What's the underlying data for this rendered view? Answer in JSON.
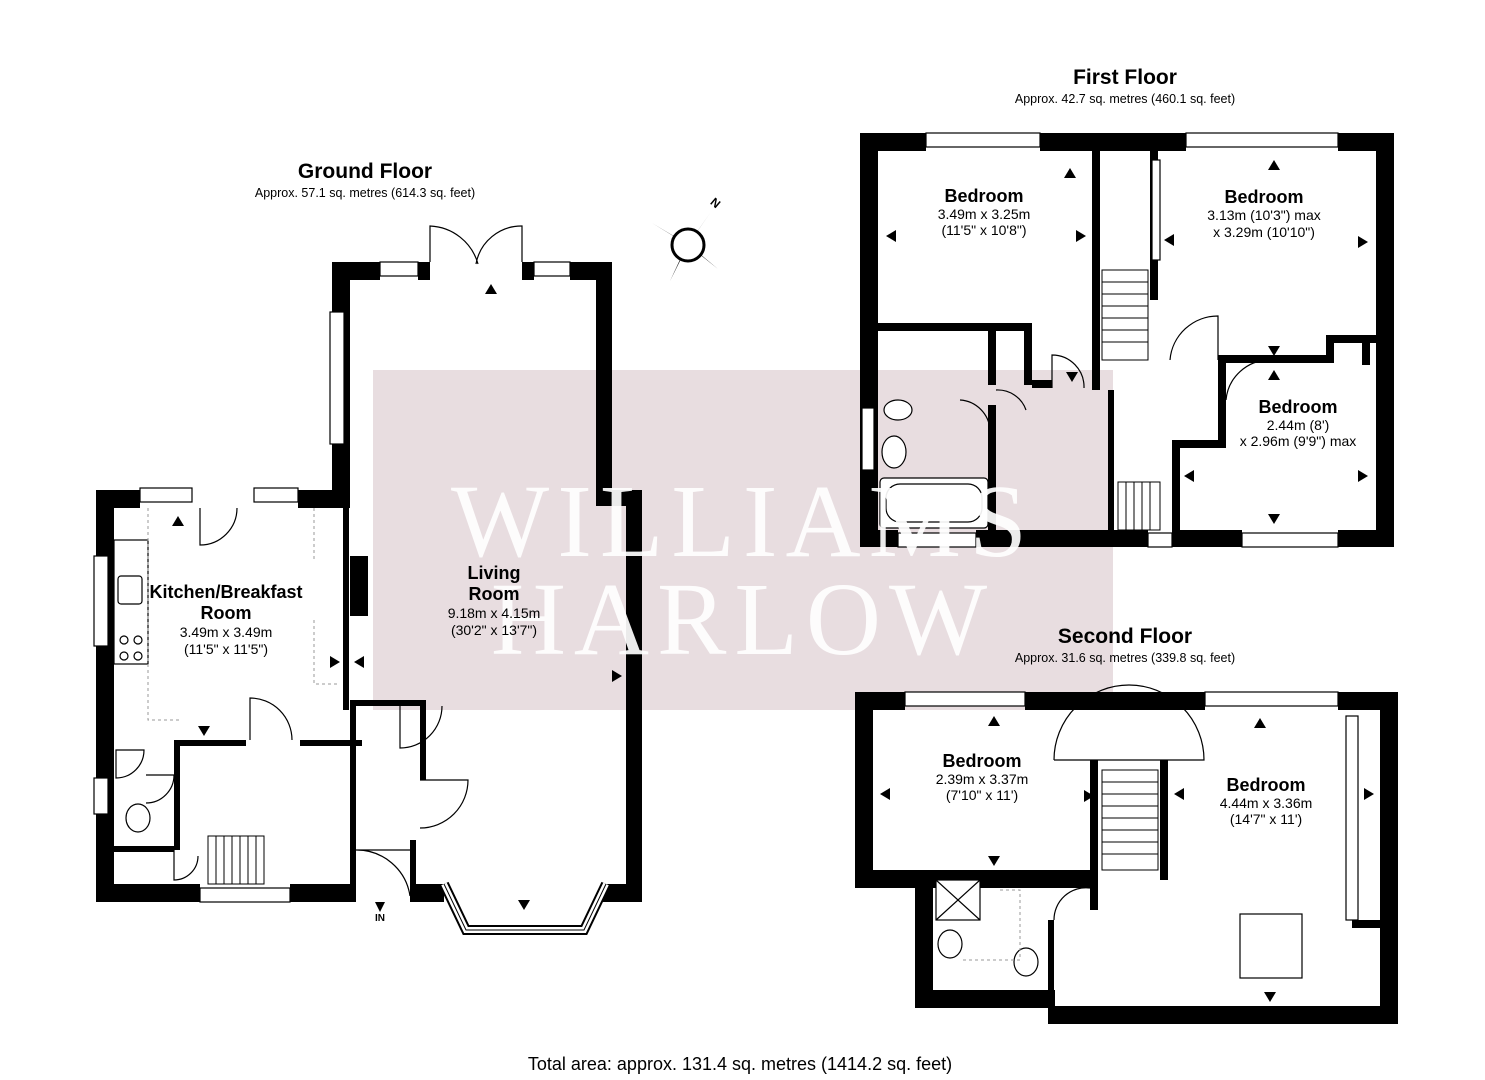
{
  "ground_floor": {
    "title": "Ground Floor",
    "area": "Approx. 57.1 sq. metres (614.3 sq. feet)",
    "rooms": {
      "kitchen": {
        "name_line1": "Kitchen/Breakfast",
        "name_line2": "Room",
        "dims_m": "3.49m x 3.49m",
        "dims_ft": "(11'5\" x 11'5\")"
      },
      "living": {
        "name_line1": "Living",
        "name_line2": "Room",
        "dims_m": "9.18m x 4.15m",
        "dims_ft": "(30'2\" x 13'7\")"
      }
    },
    "entrance_label": "IN"
  },
  "first_floor": {
    "title": "First Floor",
    "area": "Approx. 42.7 sq. metres (460.1 sq. feet)",
    "rooms": {
      "bedroom1": {
        "name": "Bedroom",
        "dims_m": "3.49m x 3.25m",
        "dims_ft": "(11'5\" x 10'8\")"
      },
      "bedroom2": {
        "name": "Bedroom",
        "dims_m": "3.13m (10'3\") max",
        "dims_ft": "x 3.29m (10'10\")"
      },
      "bedroom3": {
        "name": "Bedroom",
        "dims_m": "2.44m (8')",
        "dims_ft": "x 2.96m (9'9\") max"
      }
    }
  },
  "second_floor": {
    "title": "Second Floor",
    "area": "Approx. 31.6 sq. metres (339.8 sq. feet)",
    "rooms": {
      "bedroom1": {
        "name": "Bedroom",
        "dims_m": "2.39m x 3.37m",
        "dims_ft": "(7'10\" x 11')"
      },
      "bedroom2": {
        "name": "Bedroom",
        "dims_m": "4.44m x 3.36m",
        "dims_ft": "(14'7\" x 11')"
      }
    }
  },
  "compass": {
    "label": "N",
    "icon": "compass-icon"
  },
  "watermark": {
    "line1": "WILLIAMS",
    "line2": "HARLOW",
    "color": "#e8dde0"
  },
  "total_area": "Total area: approx. 131.4 sq. metres (1414.2 sq. feet)",
  "colors": {
    "wall": "#000000",
    "background": "#ffffff",
    "watermark_box": "#e8dde0"
  }
}
